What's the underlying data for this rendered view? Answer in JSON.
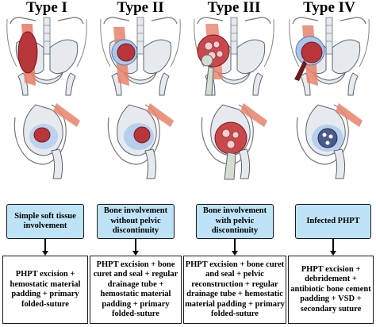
{
  "types": [
    {
      "title": "Type I",
      "category": "Simple soft tissue involvement",
      "treatment": "PHPT excision + hemostatic material padding + primary folded-suture"
    },
    {
      "title": "Type II",
      "category": "Bone involvement without pelvic discontinuity",
      "treatment": "PHPT excision + bone curet and seal + regular drainage tube + hemostatic material padding + primary folded-suture"
    },
    {
      "title": "Type III",
      "category": "Bone involvement with pelvic discontinuity",
      "treatment": "PHPT excision + bone curet and seal + pelvic reconstruction + regular drainage tube + hemostatic material padding + primary folded-suture"
    },
    {
      "title": "Type IV",
      "category": "Infected PHPT",
      "treatment": "PHPT excision + debridement + antibiotic bone cement padding + VSD + secondary suture"
    }
  ],
  "colors": {
    "category_box": "#bfe3f6",
    "muscle": "#e8826a",
    "tumor": "#b8353a",
    "bone": "#dde3e8",
    "bone_outline": "#5a6470",
    "implant": "#d4ddd0",
    "fluid": "#a9c8ec"
  }
}
